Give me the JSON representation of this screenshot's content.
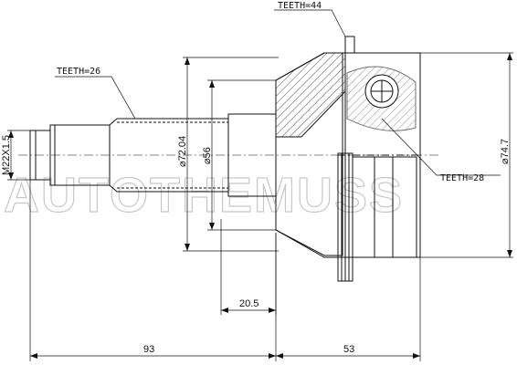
{
  "labels": {
    "teeth_outer": "TEETH=44",
    "teeth_shaft": "TEETH=26",
    "teeth_inner": "TEETH=28",
    "thread": "M22X1.5"
  },
  "dimensions": {
    "d_shaft": "⌀72.04",
    "d_neck": "⌀56",
    "d_housing": "⌀74.7",
    "len_shoulder": "20.5",
    "len_shaft": "93",
    "len_housing": "53"
  },
  "watermark": "AUTOTHEMUSS"
}
